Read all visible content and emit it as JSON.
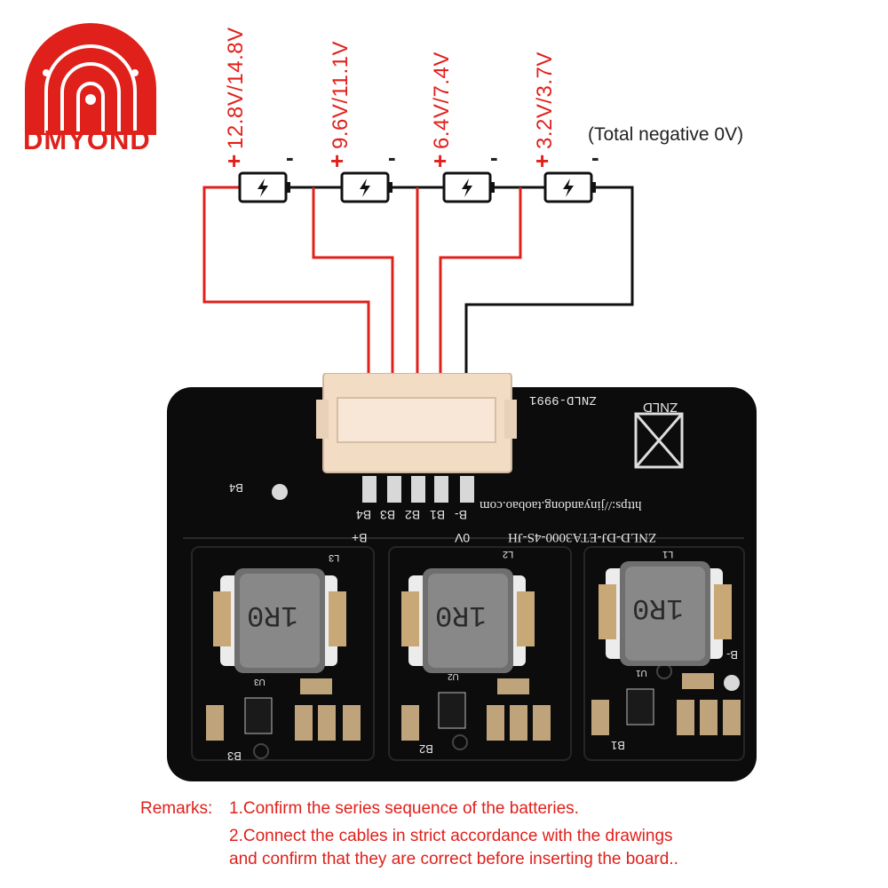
{
  "brand": {
    "name": "DMYOND",
    "accent": "#e0201b"
  },
  "voltages": [
    "12.8V/14.8V",
    "9.6V/11.1V",
    "6.4V/7.4V",
    "3.2V/3.7V"
  ],
  "polarity": {
    "plus": "+",
    "minus": "-"
  },
  "total_negative": "(Total negative 0V)",
  "board": {
    "pins": [
      "B4",
      "B3",
      "B2",
      "B1",
      "B-"
    ],
    "pin_group_left": "B+",
    "pin_group_right": "0V",
    "silk_top": "ZNLD-9991",
    "silk_logo": "ZNLD",
    "silk_url": "https://jinyandong.taobao.com",
    "silk_model": "ZNLD-DJ-ETA3000-4S-JH",
    "inductor_marking": "1R0",
    "inductor_labels": [
      "L3",
      "L2",
      "L1"
    ],
    "chip_labels": [
      "U3",
      "U2",
      "U1"
    ],
    "corner_labels": [
      "B3",
      "B2",
      "B1"
    ],
    "side_labels": [
      "B4",
      "B-"
    ]
  },
  "remarks": {
    "prefix": "Remarks:",
    "line1": "1.Confirm the series sequence of the batteries.",
    "line2": "2.Connect the cables in strict accordance with the drawings",
    "line3": "and confirm that they are correct before inserting the board.."
  },
  "colors": {
    "wire_red": "#e0201b",
    "wire_black": "#111111",
    "pcb": "#0c0c0c",
    "connector": "#f3dcc4"
  }
}
